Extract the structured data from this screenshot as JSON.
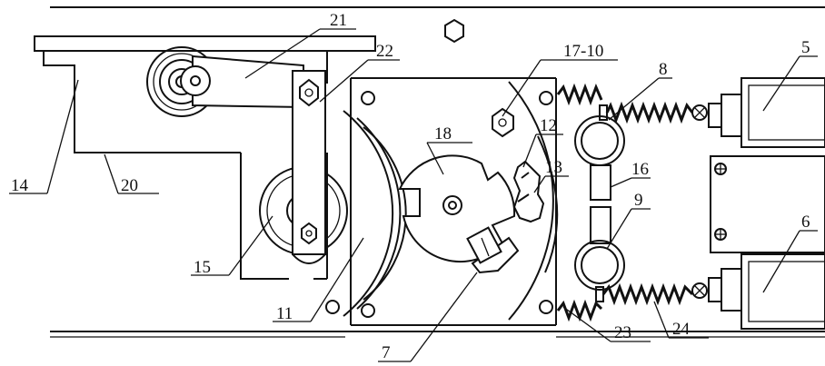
{
  "labels": {
    "l5": "5",
    "l6": "6",
    "l7": "7",
    "l8": "8",
    "l9": "9",
    "l11": "11",
    "l12": "12",
    "l13": "13",
    "l14": "14",
    "l15": "15",
    "l16": "16",
    "l17_10": "17-10",
    "l18": "18",
    "l20": "20",
    "l21": "21",
    "l22": "22",
    "l23": "23",
    "l24": "24"
  },
  "colors": {
    "line": "#111111",
    "background": "#ffffff"
  }
}
